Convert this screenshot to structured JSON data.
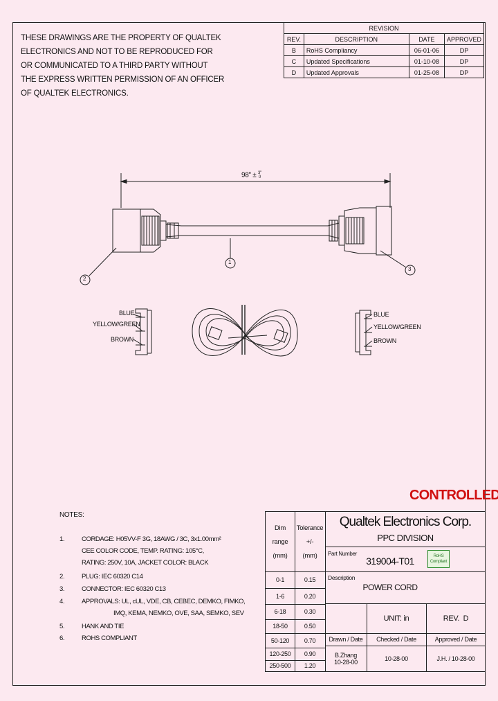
{
  "proprietary_notice": [
    "THESE DRAWINGS ARE THE PROPERTY OF QUALTEK",
    "ELECTRONICS AND NOT TO BE REPRODUCED FOR",
    "OR COMMUNICATED TO A THIRD PARTY WITHOUT",
    "THE EXPRESS WRITTEN PERMISSION OF AN OFFICER",
    "OF QUALTEK ELECTRONICS."
  ],
  "revision": {
    "title": "REVISION",
    "headers": [
      "REV.",
      "DESCRIPTION",
      "DATE",
      "APPROVED"
    ],
    "rows": [
      [
        "B",
        "RoHS Compliancy",
        "06-01-06",
        "DP"
      ],
      [
        "C",
        "Updated Specifications",
        "01-10-08",
        "DP"
      ],
      [
        "D",
        "Updated Approvals",
        "01-25-08",
        "DP"
      ]
    ]
  },
  "drawing": {
    "length": "98\" ±",
    "tol_top": "3\"",
    "tol_bot": "0",
    "callout_1": "1",
    "callout_2": "2",
    "callout_3": "3",
    "left_wires": [
      "BLUE",
      "YELLOW/GREEN",
      "BROWN"
    ],
    "right_wires": [
      "BLUE",
      "YELLOW/GREEN",
      "BROWN"
    ]
  },
  "stamp": "CONTROLLED",
  "notes": {
    "heading": "NOTES:",
    "items": [
      {
        "num": "1.",
        "lines": [
          "CORDAGE: H05VV-F 3G, 18AWG / 3C, 3x1.00mm²",
          "CEE COLOR CODE, TEMP. RATING: 105°C,",
          "RATING: 250V, 10A, JACKET COLOR: BLACK"
        ]
      },
      {
        "num": "2.",
        "lines": [
          "PLUG: IEC 60320 C14"
        ]
      },
      {
        "num": "3.",
        "lines": [
          "CONNECTOR: IEC 60320 C13"
        ]
      },
      {
        "num": "4.",
        "lines": [
          "APPROVALS: UL, cUL, VDE, CB, CEBEC, DEMKO, FIMKO,",
          "IMQ, KEMA, NEMKO, OVE, SAA, SEMKO, SEV"
        ]
      },
      {
        "num": "5.",
        "lines": [
          "HANK AND TIE"
        ]
      },
      {
        "num": "6.",
        "lines": [
          "ROHS COMPLIANT"
        ]
      }
    ]
  },
  "title_block": {
    "dim_header": [
      "Dim",
      "range",
      "(mm)"
    ],
    "tol_header": [
      "Tolerance",
      "+/-",
      "(mm)"
    ],
    "tolerances": [
      [
        "0-1",
        "0.15"
      ],
      [
        "1-6",
        "0.20"
      ],
      [
        "6-18",
        "0.30"
      ],
      [
        "18-50",
        "0.50"
      ],
      [
        "50-120",
        "0.70"
      ],
      [
        "120-250",
        "0.90"
      ],
      [
        "250-500",
        "1.20"
      ]
    ],
    "company": "Qualtek Electronics Corp.",
    "division": "PPC DIVISION",
    "part_number_label": "Part Number",
    "part_number": "319004-T01",
    "rohs_badge": [
      "RoHS",
      "Compliant"
    ],
    "description_label": "Description",
    "description": "POWER CORD",
    "unit": "UNIT: in",
    "rev": "REV.  D",
    "drawn_label": "Drawn / Date",
    "checked_label": "Checked / Date",
    "approved_label": "Approved / Date",
    "drawn_by": "B.Zhang",
    "drawn_date": "10-28-00",
    "checked": "10-28-00",
    "approved": "J.H. / 10-28-00"
  }
}
